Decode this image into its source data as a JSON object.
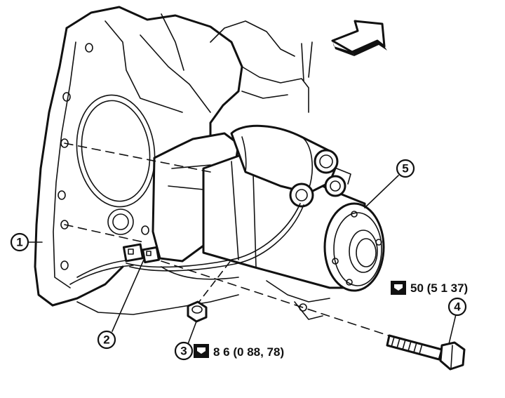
{
  "callouts": [
    {
      "id": "1",
      "label": "①"
    },
    {
      "id": "2",
      "label": "②"
    },
    {
      "id": "3",
      "label": "③"
    },
    {
      "id": "4",
      "label": "④"
    },
    {
      "id": "5",
      "label": "⑤"
    }
  ],
  "torque_specs": {
    "bolt": {
      "icon": "torque-wrench-icon",
      "text": "50 (5 1  37)"
    },
    "nut": {
      "icon": "torque-wrench-icon",
      "text": "8 6 (0 88, 78)"
    }
  },
  "direction_arrow": {
    "icon": "front-direction-arrow-icon"
  }
}
